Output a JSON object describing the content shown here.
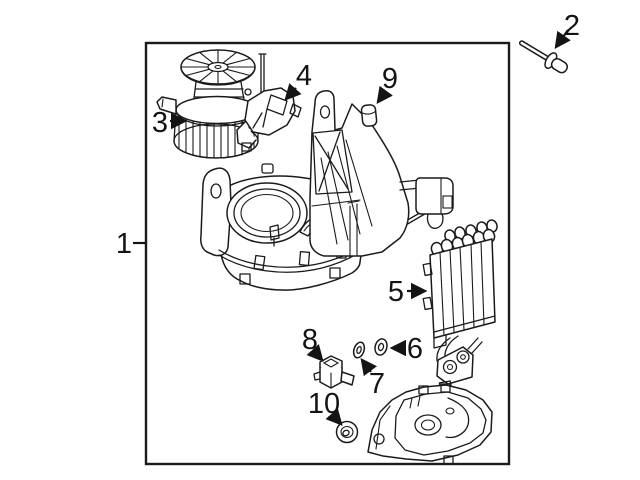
{
  "diagram": {
    "kind": "exploded-parts-line-drawing",
    "colors": {
      "background": "#ffffff",
      "line": "#1b1b1b",
      "text": "#141414"
    },
    "callouts": [
      {
        "label": "1"
      },
      {
        "label": "2"
      },
      {
        "label": "3"
      },
      {
        "label": "4"
      },
      {
        "label": "5"
      },
      {
        "label": "6"
      },
      {
        "label": "7"
      },
      {
        "label": "8"
      },
      {
        "label": "9"
      },
      {
        "label": "10"
      }
    ]
  }
}
